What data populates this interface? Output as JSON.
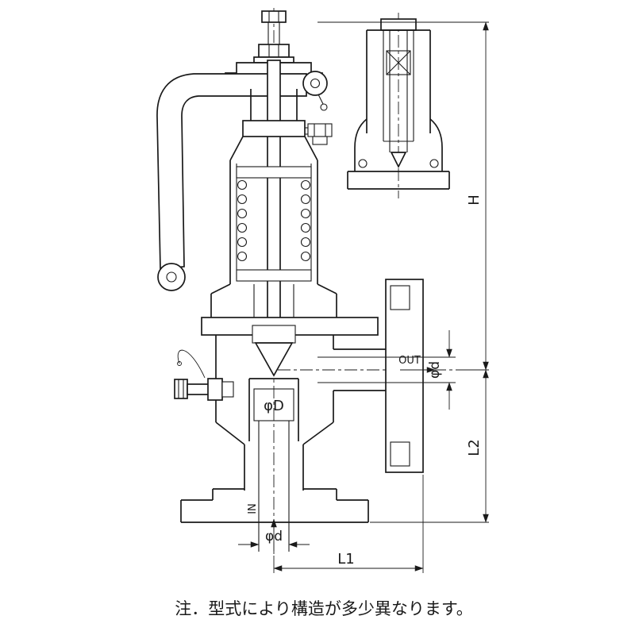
{
  "title": "safety-valve-sectional-drawing",
  "note": "注．型式により構造が多少異なります。",
  "labels": {
    "h": "H",
    "l1": "L1",
    "l2": "L2",
    "out": "OUT",
    "in": "IN",
    "phi_d_outlet": "φd",
    "phi_d_inlet": "φd",
    "phi_D_bore": "φD"
  },
  "colors": {
    "line": "#1a1a1a",
    "background": "#ffffff"
  }
}
